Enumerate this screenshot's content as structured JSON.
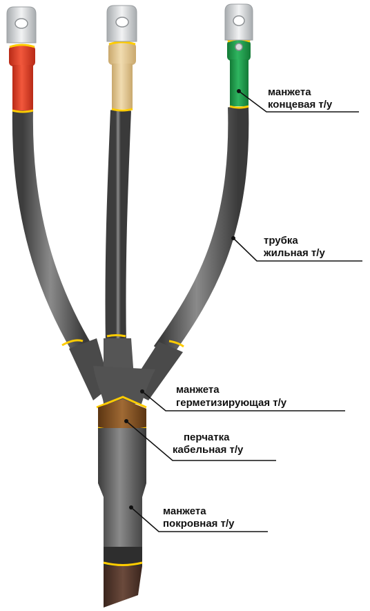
{
  "colors": {
    "cable_gray": "#5e5e5e",
    "cable_dark": "#3a3a3a",
    "cap_red": "#e8432a",
    "cap_beige": "#e3c793",
    "cap_green": "#1f9a4a",
    "seal_ring": "#ffcc00",
    "glove_brown": "#7a4a1e",
    "core_brown": "#4a3128",
    "lug_silver": "#cfd2d4",
    "leader": "#111111"
  },
  "icons": [
    "cable-lug-icon",
    "cable-lug-icon",
    "cable-lug-icon"
  ],
  "labels": {
    "end_sleeve": {
      "line1": "манжета",
      "line2": "концевая т/у"
    },
    "core_tube": {
      "line1": "трубка",
      "line2": "жильная т/у"
    },
    "sealing_sleeve": {
      "line1": "манжета",
      "line2": "герметизирующая т/у"
    },
    "cable_glove": {
      "line1": "перчатка",
      "line2": "кабельная т/у"
    },
    "cover_sleeve": {
      "line1": "манжета",
      "line2": "покровная т/у"
    }
  }
}
